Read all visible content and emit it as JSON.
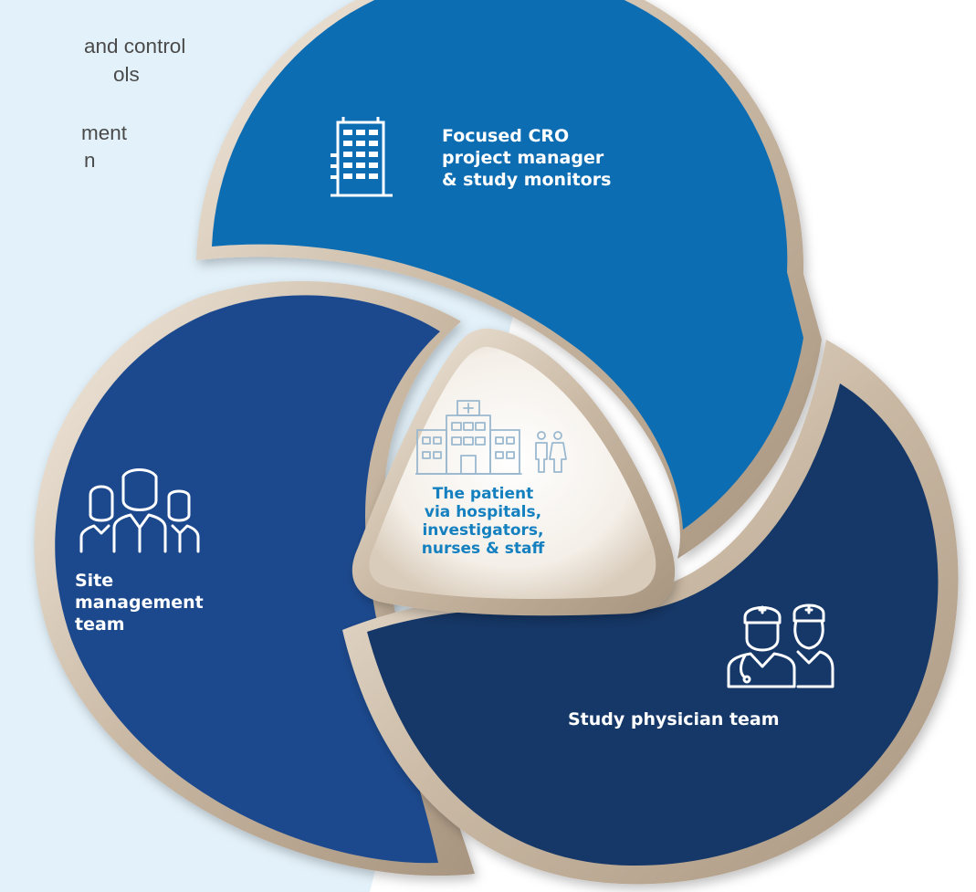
{
  "partial_text": {
    "lines": [
      "and control",
      "ols",
      "ment",
      "n"
    ]
  },
  "colors": {
    "background_panel": "#e3f1fa",
    "top_segment": "#0f6db3",
    "left_segment": "#1c4a8e",
    "right_segment": "#163968",
    "ring": "#c8b7a2",
    "center_text": "#1480c0",
    "label_text": "#ffffff"
  },
  "segments": {
    "top": {
      "icon": "office-building-icon",
      "label_lines": [
        "Focused CRO",
        "project manager",
        "& study monitors"
      ]
    },
    "left": {
      "icon": "team-people-icon",
      "label_lines": [
        "Site",
        "management",
        "team"
      ]
    },
    "right": {
      "icon": "doctor-nurse-icon",
      "label_lines": [
        "Study physician team"
      ]
    },
    "center": {
      "icon": "hospital-patient-icon",
      "label_lines": [
        "The patient",
        "via hospitals,",
        "investigators,",
        "nurses & staff"
      ]
    }
  }
}
